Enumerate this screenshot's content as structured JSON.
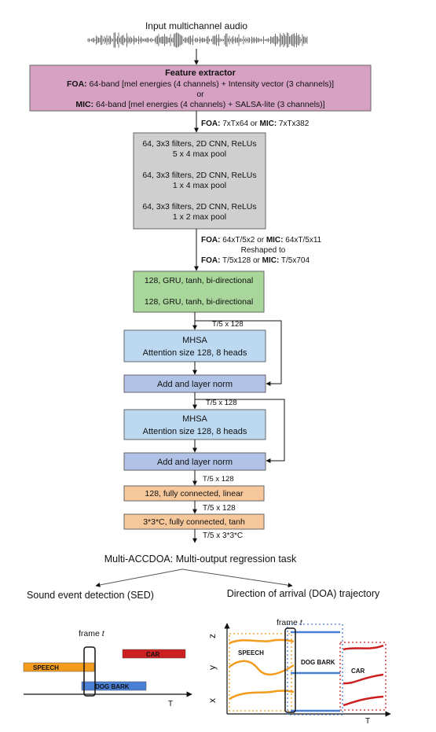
{
  "header": {
    "input_label": "Input multichannel audio"
  },
  "feature_extractor": {
    "title": "Feature extractor",
    "foa_prefix": "FOA:",
    "foa_text": " 64-band [mel energies (4 channels) + Intensity vector (3 channels)]",
    "or_text": "or",
    "mic_prefix": "MIC:",
    "mic_text": " 64-band [mel energies (4 channels) + SALSA-lite (3 channels)]",
    "output_foa_prefix": "FOA:",
    "output_foa": " 7xTx64 or ",
    "output_mic_prefix": "MIC:",
    "output_mic": " 7xTx382"
  },
  "cnn_block": {
    "layers": [
      {
        "line1": "64, 3x3 filters, 2D CNN, ReLUs",
        "line2": "5 x 4 max pool"
      },
      {
        "line1": "64, 3x3 filters, 2D CNN, ReLUs",
        "line2": "1 x 4 max pool"
      },
      {
        "line1": "64, 3x3 filters, 2D CNN, ReLUs",
        "line2": "1 x 2 max pool"
      }
    ],
    "out_foa_prefix": "FOA:",
    "out_foa": " 64xT/5x2 or ",
    "out_mic_prefix": "MIC:",
    "out_mic": " 64xT/5x11",
    "reshaped_text": "Reshaped to",
    "reshape_foa_prefix": "FOA:",
    "reshape_foa": " T/5x128 or ",
    "reshape_mic_prefix": "MIC:",
    "reshape_mic": " T/5x704"
  },
  "gru_block": {
    "layer1": "128, GRU, tanh, bi-directional",
    "layer2": "128, GRU, tanh, bi-directional"
  },
  "mhsa1": {
    "dim_label": "T/5 x 128",
    "title": "MHSA",
    "detail": "Attention  size 128, 8 heads",
    "norm": "Add and layer norm"
  },
  "mhsa2": {
    "dim_label": "T/5 x 128",
    "title": "MHSA",
    "detail": "Attention  size 128, 8 heads",
    "norm": "Add and layer norm"
  },
  "fc_block": {
    "dim_in": "T/5 x 128",
    "fc1": "128, fully connected, linear",
    "dim_mid": "T/5 x 128",
    "fc2": "3*3*C, fully connected, tanh",
    "dim_out": "T/5 x 3*3*C"
  },
  "task": {
    "title": "Multi-ACCDOA: Multi-output regression task",
    "sed_title": "Sound event detection (SED)",
    "doa_title": "Direction of arrival (DOA) trajectory"
  },
  "sed_plot": {
    "frame_label": "frame ",
    "frame_var": "t",
    "axis_label": "T",
    "events": [
      {
        "name": "SPEECH",
        "color": "#f29b1c"
      },
      {
        "name": "CAR",
        "color": "#cc1f1f"
      },
      {
        "name": "DOG BARK",
        "color": "#4a7fd8"
      }
    ]
  },
  "doa_plot": {
    "frame_label": "frame ",
    "frame_var": "t",
    "axis_x_label": "T",
    "axis_labels": [
      "z",
      "y",
      "x"
    ],
    "events": [
      {
        "name": "SPEECH",
        "color": "#f29b1c"
      },
      {
        "name": "DOG BARK",
        "color": "#4a7fd8"
      },
      {
        "name": "CAR",
        "color": "#cc1f1f"
      }
    ]
  },
  "colors": {
    "feature_extractor": "#d6a1c2",
    "cnn": "#cfcfcf",
    "gru": "#a9d69a",
    "mhsa": "#bcd9f1",
    "norm": "#b0c3e6",
    "fc": "#f7c79c"
  }
}
